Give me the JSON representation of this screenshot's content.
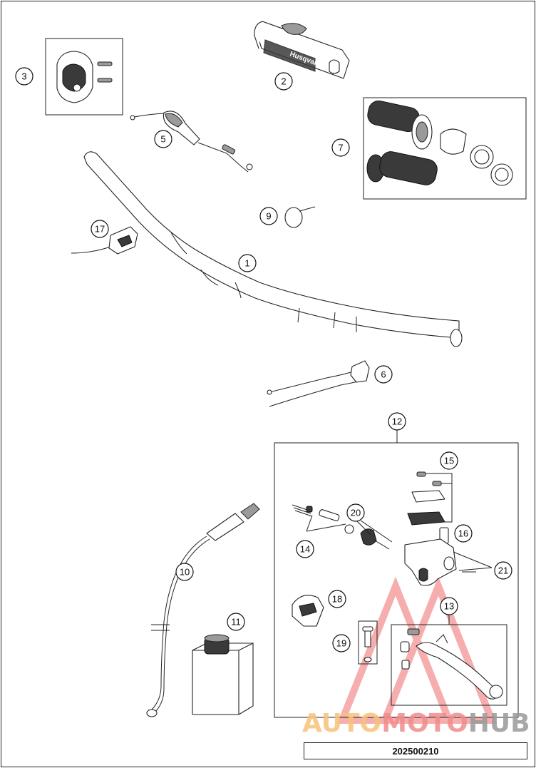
{
  "diagram": {
    "callouts": [
      {
        "label": "1"
      },
      {
        "label": "2"
      },
      {
        "label": "3"
      },
      {
        "label": "5"
      },
      {
        "label": "6"
      },
      {
        "label": "7"
      },
      {
        "label": "9"
      },
      {
        "label": "10"
      },
      {
        "label": "11"
      },
      {
        "label": "12"
      },
      {
        "label": "13"
      },
      {
        "label": "14"
      },
      {
        "label": "15"
      },
      {
        "label": "16"
      },
      {
        "label": "17"
      },
      {
        "label": "18"
      },
      {
        "label": "19"
      },
      {
        "label": "20"
      },
      {
        "label": "21"
      }
    ],
    "pad_brand": "Husqvarna",
    "document_code": "202500210"
  },
  "watermark": {
    "part1": "AUTO",
    "part2": "MOTO",
    "part3": "HUB",
    "color_part1": "#f7c17a",
    "color_part2": "#f28b8b",
    "color_part3": "#9a9a9a"
  }
}
